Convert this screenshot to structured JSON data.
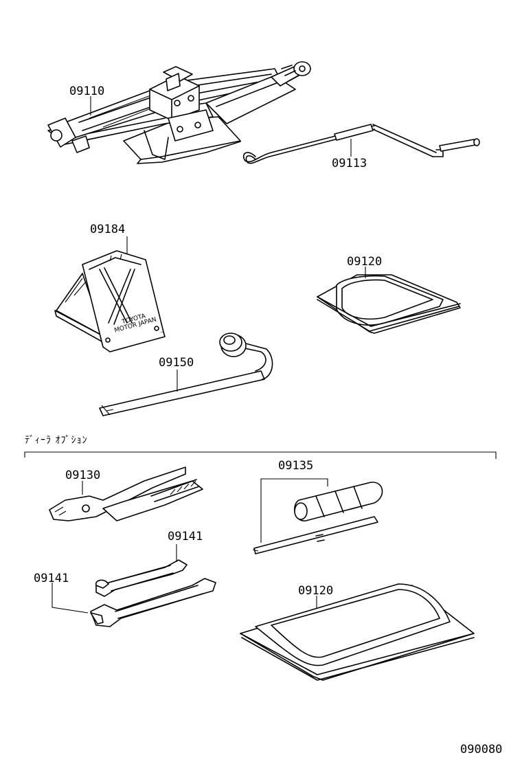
{
  "diagram": {
    "section_heading": "ﾃﾞｨｰﾗ ｵﾌﾟｼｮﾝ",
    "figure_code": "090080",
    "parts": {
      "jack": "09110",
      "jack_handle": "09113",
      "wheel_chock": "09184",
      "wheel_chock_embossed_text": "TOYOTA MOTOR JAPAN",
      "tool_bag_standard": "09120",
      "wheel_wrench": "09150",
      "pliers": "09130",
      "screwdriver": "09135",
      "wrench_upper": "09141",
      "wrench_lower": "09141",
      "tool_bag_option": "09120"
    }
  }
}
